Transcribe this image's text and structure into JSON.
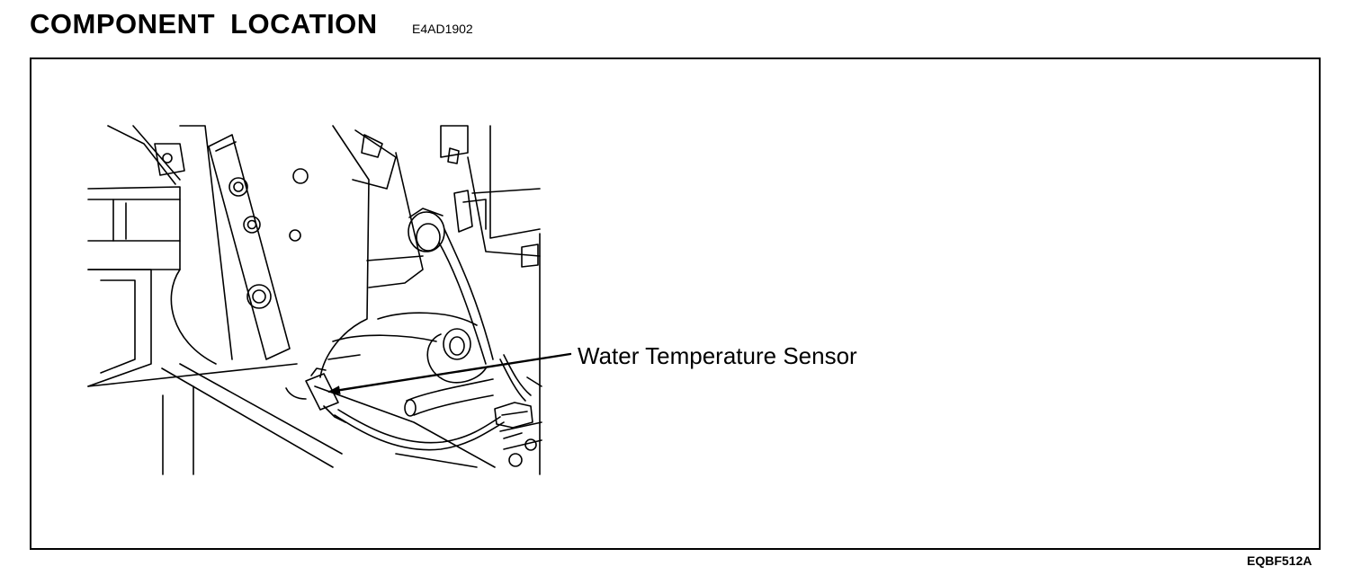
{
  "header": {
    "title": "COMPONENT  LOCATION",
    "code": "E4AD1902"
  },
  "diagram": {
    "callout_label": "Water Temperature Sensor",
    "figure_code": "EQBF512A",
    "line_color": "#000000",
    "background_color": "#ffffff"
  }
}
